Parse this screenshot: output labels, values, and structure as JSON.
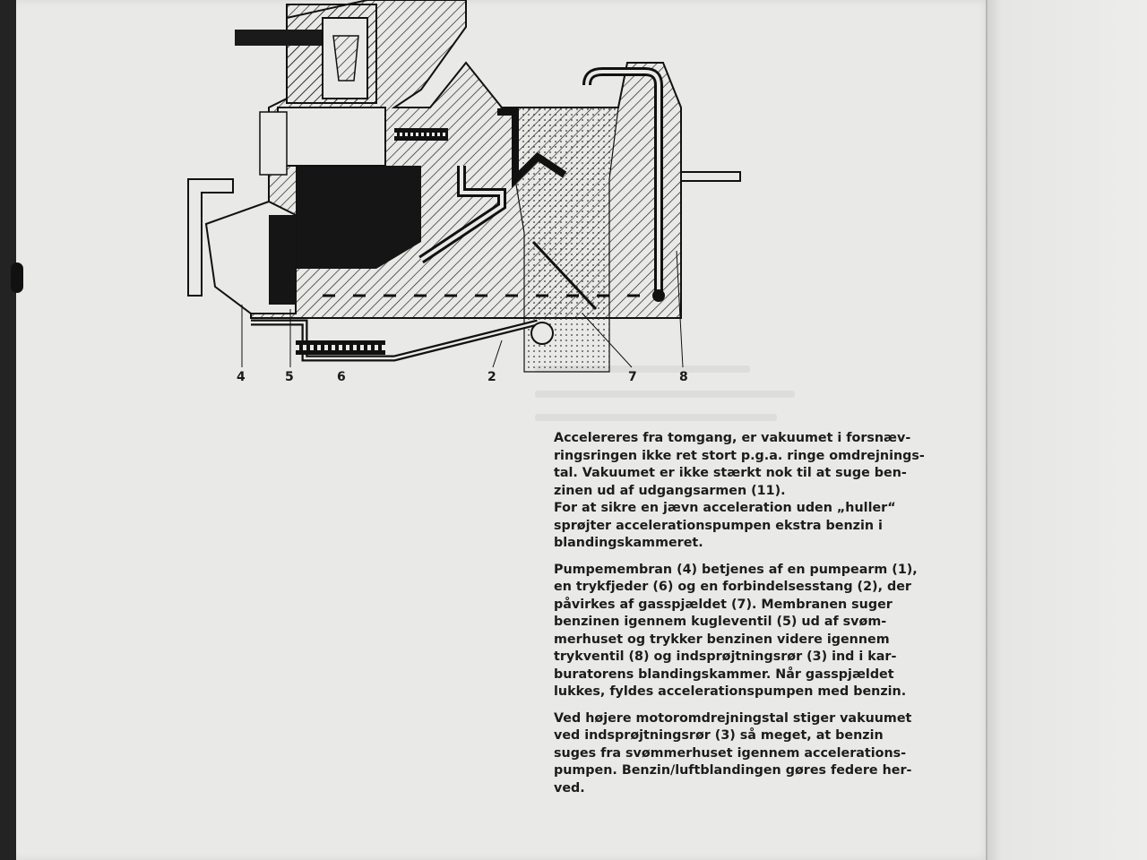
{
  "diagram": {
    "callouts": [
      "4",
      "5",
      "6",
      "2",
      "7",
      "8"
    ]
  },
  "body": {
    "paragraphs": [
      {
        "lines": [
          "Accelereres fra tomgang, er vakuumet i forsnæv-",
          "ringsringen ikke ret stort p.g.a. ringe omdrejnings-",
          "tal. Vakuumet er ikke stærkt nok til at suge ben-",
          "zinen ud af udgangsarmen (11).",
          "For at sikre en jævn acceleration uden „huller“",
          "sprøjter accelerationspumpen ekstra benzin i",
          "blandingskammeret."
        ]
      },
      {
        "lines": [
          "Pumpemembran (4) betjenes af en pumpearm (1),",
          "en trykfjeder (6) og en forbindelsesstang (2), der",
          "påvirkes af gasspjældet (7). Membranen suger",
          "benzinen igennem kugleventil (5) ud af svøm-",
          "merhuset og trykker benzinen videre igennem",
          "trykventil (8) og indsprøjtningsrør (3) ind i kar-",
          "buratorens blandingskammer. Når gasspjældet",
          "lukkes, fyldes accelerationspumpen med benzin."
        ]
      },
      {
        "lines": [
          "Ved højere motoromdrejningstal stiger vakuumet",
          "ved indsprøjtningsrør (3) så meget, at benzin",
          "suges fra svømmerhuset igennem accelerations-",
          "pumpen. Benzin/luftblandingen gøres federe her-",
          "ved."
        ]
      }
    ]
  }
}
